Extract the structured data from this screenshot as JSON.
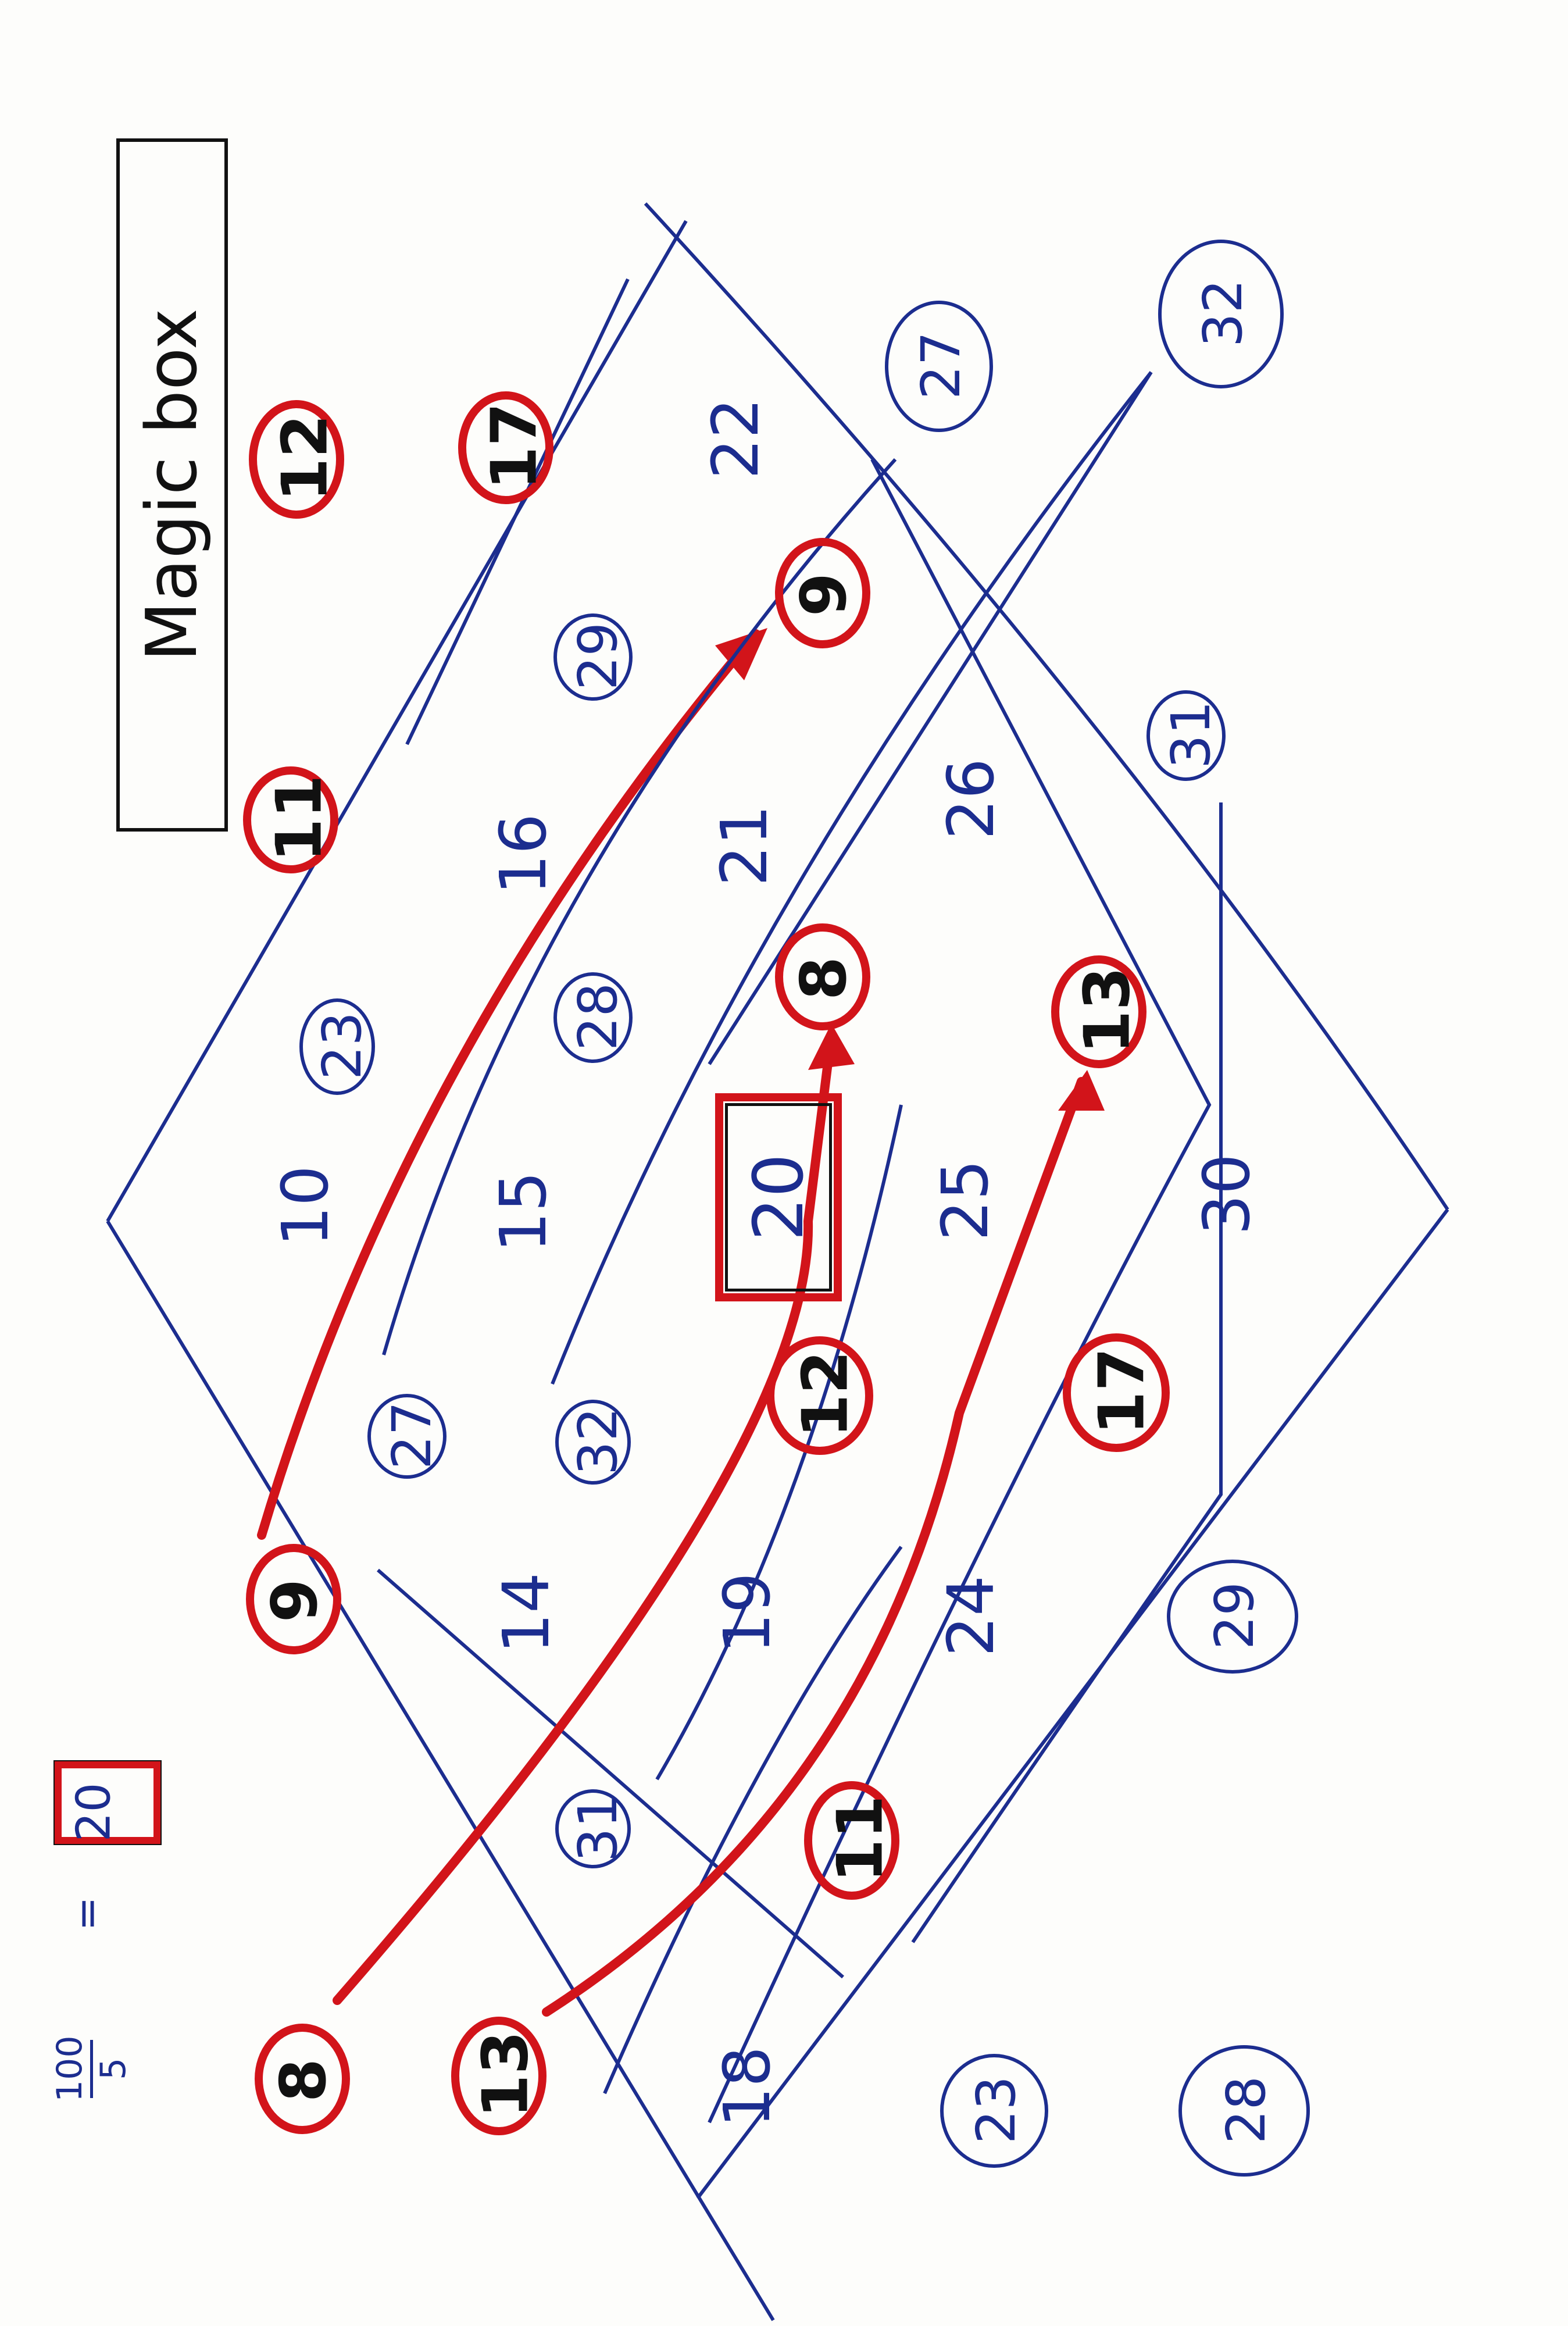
{
  "title": "Magic box",
  "formula": {
    "numerator": "100",
    "denominator": "5",
    "equals": "=",
    "result": "20"
  },
  "center": "20",
  "colors": {
    "ink": "#1c2d8f",
    "red": "#d2141a",
    "black": "#111111"
  },
  "grid": {
    "row10": [
      "10",
      "15",
      "25",
      "30"
    ],
    "row_labels": [
      "18",
      "14",
      "19",
      "24",
      "16",
      "21",
      "26",
      "22"
    ]
  },
  "plain_numbers": [
    "10",
    "15",
    "25",
    "30",
    "14",
    "19",
    "24",
    "18",
    "16",
    "21",
    "26",
    "22"
  ],
  "red_circled": [
    "9",
    "8",
    "13",
    "12",
    "17",
    "11",
    "8",
    "13",
    "9",
    "11",
    "12",
    "17"
  ],
  "blue_circled": [
    "27",
    "32",
    "31",
    "23",
    "28",
    "29",
    "28",
    "23",
    "29",
    "27",
    "31",
    "32"
  ]
}
